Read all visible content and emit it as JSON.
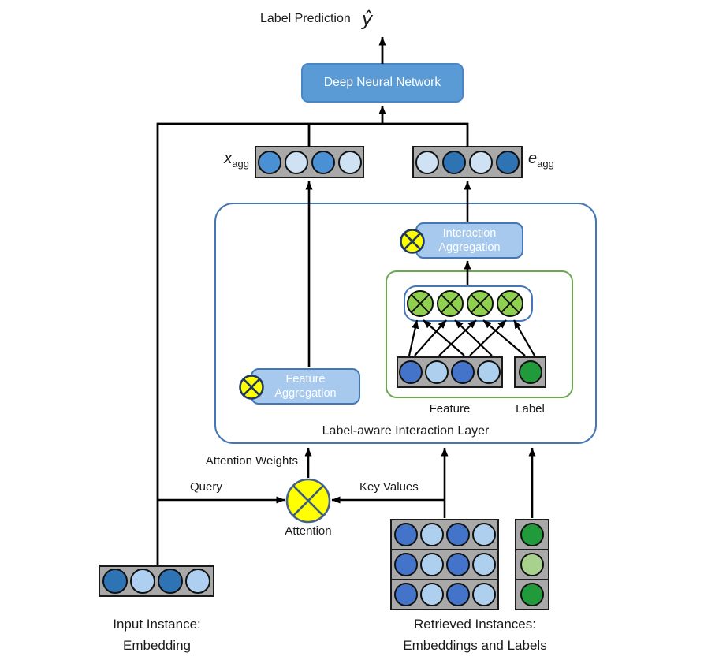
{
  "colors": {
    "accent_blue": "#4576b6",
    "box_blue_fill": "#5b9bd5",
    "agg_fill": "#a6c9ed",
    "yellow": "#ffff00",
    "otimes_border": "#1f3864",
    "attention_border": "#47618f",
    "attention_cross": "#3a5a82",
    "green_otimes_fill": "#8fd14f",
    "green_frame": "#6aa84f",
    "vector_gray": "#a9a9a9"
  },
  "top": {
    "prediction_label": "Label Prediction",
    "prediction_symbol": "ŷ",
    "dnn_label": "Deep Neural Network"
  },
  "layer": {
    "title": "Label-aware Interaction Layer",
    "interaction_aggregation_line1": "Interaction",
    "interaction_aggregation_line2": "Aggregation",
    "feature_aggregation_line1": "Feature",
    "feature_aggregation_line2": "Aggregation"
  },
  "attention": {
    "label": "Attention",
    "weights_label": "Attention Weights",
    "query_label": "Query",
    "key_values_label": "Key Values"
  },
  "vectors": {
    "x_agg": {
      "label_base": "x",
      "label_sub": "agg",
      "cells": [
        "#4a90d5",
        "#cfe2f4",
        "#4a90d5",
        "#cfe2f4"
      ]
    },
    "e_agg": {
      "label_base": "e",
      "label_sub": "agg",
      "cells": [
        "#cfe2f4",
        "#2e74b5",
        "#cfe2f4",
        "#2e74b5"
      ]
    },
    "feature": {
      "caption": "Feature",
      "cells": [
        "#4374c9",
        "#aed0ee",
        "#4374c9",
        "#aed0ee"
      ]
    },
    "label": {
      "caption": "Label",
      "cells": [
        "#219a3b"
      ]
    },
    "input": {
      "caption_line1": "Input Instance:",
      "caption_line2": "Embedding",
      "cells": [
        "#2e74b5",
        "#aecfef",
        "#2e74b5",
        "#aecfef"
      ]
    },
    "retrieved": {
      "caption_line1": "Retrieved Instances:",
      "caption_line2": "Embeddings and Labels",
      "rows": [
        [
          "#4374c9",
          "#aed0ee",
          "#4374c9",
          "#aed0ee"
        ],
        [
          "#4374c9",
          "#aed0ee",
          "#4374c9",
          "#aed0ee"
        ],
        [
          "#4374c9",
          "#aed0ee",
          "#4374c9",
          "#aed0ee"
        ]
      ],
      "label_cells": [
        "#219a3b",
        "#a9d18e",
        "#219a3b"
      ]
    }
  }
}
